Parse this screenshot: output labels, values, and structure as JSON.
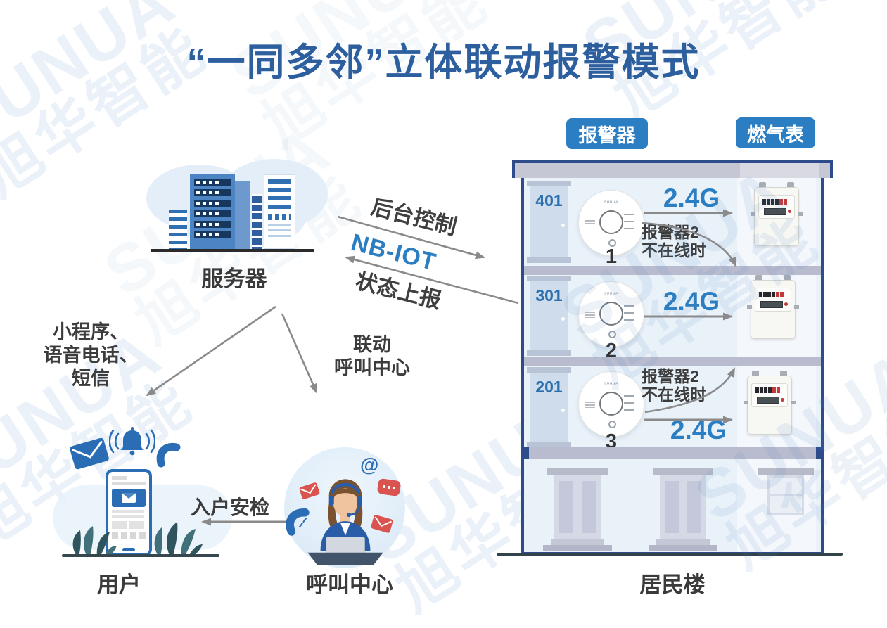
{
  "title": "“一同多邻”立体联动报警模式",
  "watermark": {
    "brand": "SUNUA",
    "cn": "旭华智能"
  },
  "colors": {
    "title_blue": "#2d5e9e",
    "accent_blue": "#2b7ec2",
    "brand_blue": "#2a6db5",
    "building_outline": "#2e4c8c",
    "arrow_gray": "#8a8a8a",
    "alert_red": "#d9534f"
  },
  "server": {
    "label": "服务器"
  },
  "links": {
    "control": "后台控制",
    "protocol": "NB-IOT",
    "report": "状态上报"
  },
  "to_user": {
    "lines": [
      "小程序、",
      "语音电话、",
      "短信"
    ]
  },
  "to_callcenter": {
    "lines": [
      "联动",
      "呼叫中心"
    ]
  },
  "safety_check": {
    "label": "入户安检"
  },
  "user": {
    "label": "用户"
  },
  "callcenter": {
    "label": "呼叫中心",
    "at_symbol": "@"
  },
  "building": {
    "label": "居民楼",
    "chips": {
      "alarm": "报警器",
      "meter": "燃气表"
    },
    "device_brand": "SUNUA",
    "wireless": "2.4G",
    "floors": [
      {
        "room": "401",
        "alarm_no": "1",
        "link": "2.4G"
      },
      {
        "room": "301",
        "alarm_no": "2",
        "link": "2.4G"
      },
      {
        "room": "201",
        "alarm_no": "3",
        "link": "2.4G"
      }
    ],
    "offline_note": {
      "lines": [
        "报警器2",
        "不在线时"
      ]
    }
  }
}
